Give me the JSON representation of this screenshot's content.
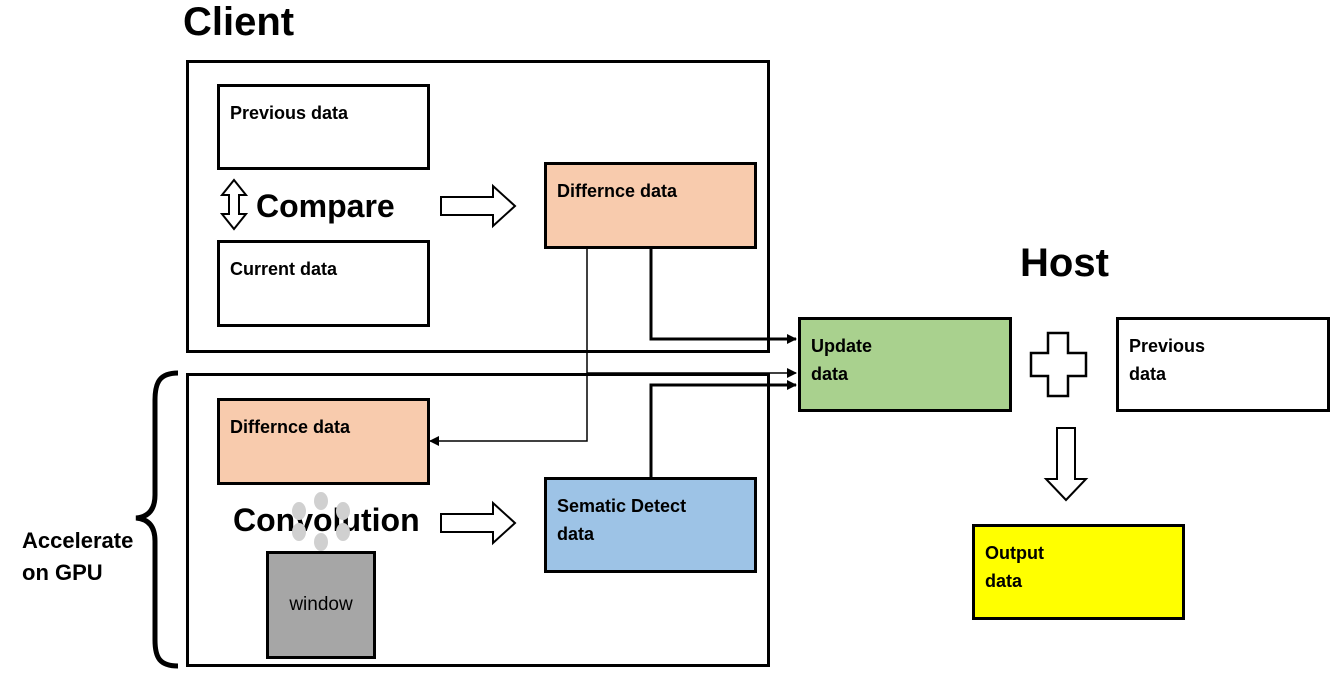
{
  "titles": {
    "client": "Client",
    "host": "Host"
  },
  "client_panel": {
    "previous_data": "Previous data",
    "current_data": "Current data",
    "compare_label": "Compare",
    "difference_data": "Differnce data"
  },
  "gpu_panel": {
    "difference_data": "Differnce data",
    "convolution_label": "Convolution",
    "window_label": "window",
    "semantic_detect": "Sematic Detect\ndata"
  },
  "host_panel": {
    "update_data": "Update\ndata",
    "previous_data": "Previous\ndata",
    "output_data": "Output\ndata"
  },
  "side_label": "Accelerate\non GPU",
  "colors": {
    "difference": "#f8cbad",
    "update": "#a9d18e",
    "semantic": "#9dc3e6",
    "output": "#ffff00",
    "window": "#a6a6a6"
  }
}
